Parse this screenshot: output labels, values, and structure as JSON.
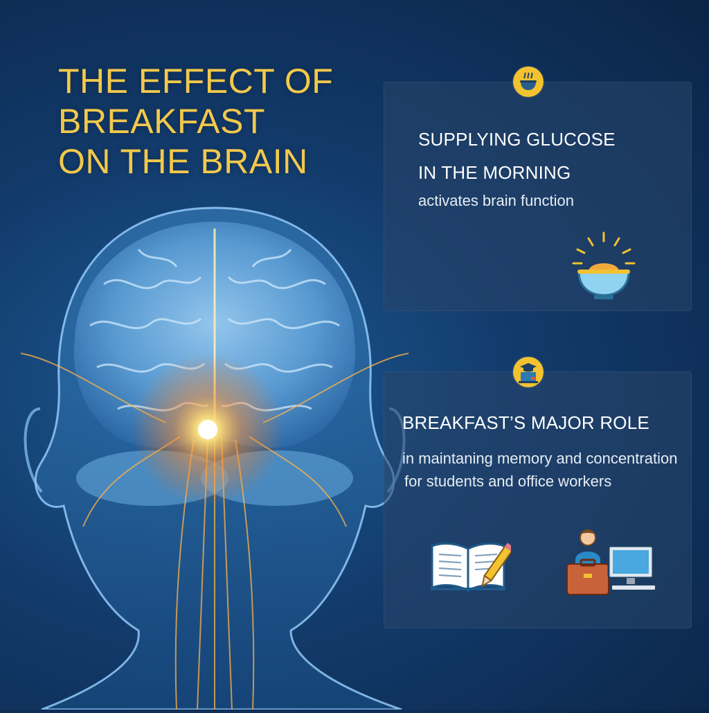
{
  "title": {
    "line1": "THE EFFECT OF",
    "line2": "BREAKFAST",
    "line3": "ON THE BRAIN"
  },
  "panel1": {
    "heading_line1": "SUPPLYING GLUCOSE",
    "heading_line2": "IN THE MORNING",
    "body": "activates brain function",
    "badge_icon": "steaming-bowl-icon",
    "illustration_icon": "sunrise-bowl-icon"
  },
  "panel2": {
    "heading": "BREAKFAST’S MAJOR ROLE",
    "body_line1": "in maintaning memory and concentration",
    "body_line2": "for students and office workers",
    "badge_icon": "graduation-cap-laptop-icon",
    "illustration_icons": [
      "book-pencil-icon",
      "office-worker-computer-icon"
    ]
  },
  "colors": {
    "title": "#f2c94c",
    "badge": "#f2c230",
    "background": "#123a6a",
    "panel": "#284669"
  }
}
